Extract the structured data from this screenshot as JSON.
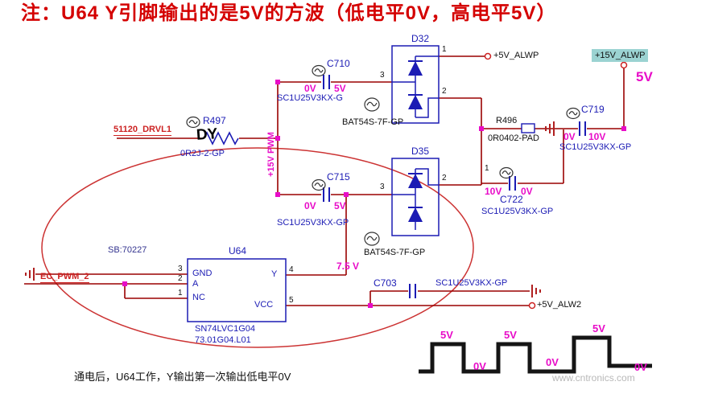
{
  "title": "注：U64 Y引脚输出的是5V的方波（低电平0V，高电平5V）",
  "bottom_note": "通电后，U64工作，Y输出第一次输出低电平0V",
  "watermark": "www.cntronics.com",
  "annotations": {
    "handwriting": "DY",
    "stamp_note": "SB:70227",
    "rail_vertical": "+15V PWM",
    "rail_voltage": "5V",
    "y_voltage": "7.5 V"
  },
  "nets": {
    "drvl1": "51120_DRVL1",
    "ec_pwm2": "EC_PWM_2",
    "p5v_alwp": "+5V_ALWP",
    "p15v_alwp": "+15V_ALWP",
    "p5v_alw2": "+5V_ALW2"
  },
  "components": {
    "d32": {
      "ref": "D32",
      "part": "BAT54S-7F-GP",
      "pin_left": "3",
      "pin_top": "1",
      "pin_bottom": "2"
    },
    "d35": {
      "ref": "D35",
      "part": "BAT54S-7F-GP",
      "pin_left": "3",
      "pin_right": "2",
      "pin_top": "1"
    },
    "c710": {
      "ref": "C710",
      "part": "SC1U25V3KX-G",
      "v_left": "0V",
      "v_right": "5V"
    },
    "c715": {
      "ref": "C715",
      "part": "SC1U25V3KX-GP",
      "v_left": "0V",
      "v_right": "5V"
    },
    "c719": {
      "ref": "C719",
      "part": "SC1U25V3KX-GP",
      "v_left": "0V",
      "v_right": "10V"
    },
    "c722": {
      "ref": "C722",
      "part": "SC1U25V3KX-GP",
      "v_left": "10V",
      "v_right": "0V"
    },
    "c703": {
      "ref": "C703",
      "part": "SC1U25V3KX-GP"
    },
    "r497": {
      "ref": "R497",
      "part": "0R2J-2-GP"
    },
    "r496": {
      "ref": "R496",
      "part": "0R0402-PAD"
    },
    "u64": {
      "ref": "U64",
      "part": "SN74LVC1G04",
      "code": "73.01G04.L01",
      "pin_gnd": "GND",
      "pin_a": "A",
      "pin_nc": "NC",
      "pin_y": "Y",
      "pin_vcc": "VCC",
      "num_gnd": "3",
      "num_a": "2",
      "num_nc": "1",
      "num_y": "4",
      "num_vcc": "5"
    }
  },
  "waveform": {
    "high": [
      "5V",
      "5V",
      "5V"
    ],
    "low": [
      "0V",
      "0V",
      "0V"
    ]
  }
}
